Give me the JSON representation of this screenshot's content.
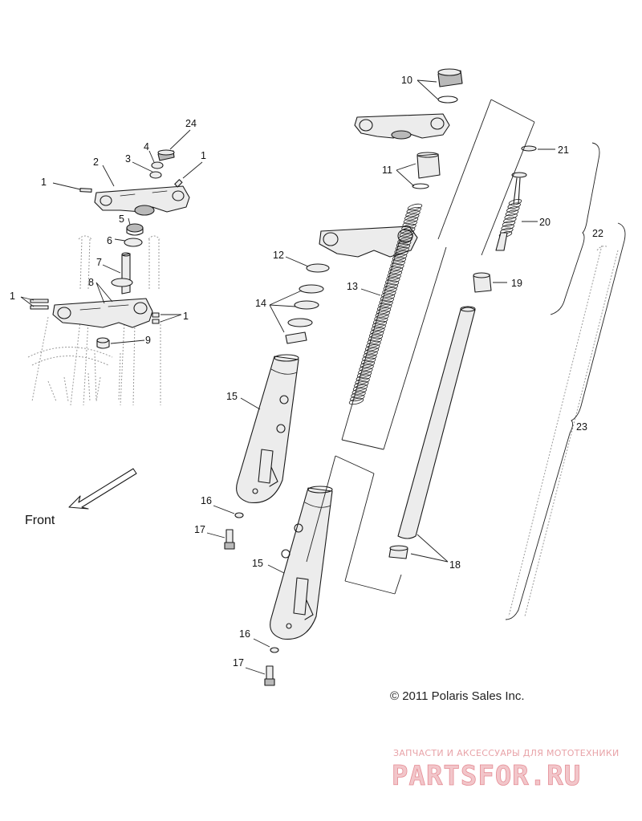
{
  "callouts": {
    "c1a": "1",
    "c1b": "1",
    "c1c": "1",
    "c1d": "1",
    "c2": "2",
    "c3": "3",
    "c4": "4",
    "c5": "5",
    "c6": "6",
    "c7": "7",
    "c8": "8",
    "c9": "9",
    "c10": "10",
    "c11": "11",
    "c12": "12",
    "c13": "13",
    "c14": "14",
    "c15a": "15",
    "c15b": "15",
    "c16a": "16",
    "c16b": "16",
    "c17a": "17",
    "c17b": "17",
    "c18": "18",
    "c19": "19",
    "c20": "20",
    "c21": "21",
    "c22": "22",
    "c23": "23",
    "c24": "24"
  },
  "direction_label": "Front",
  "copyright": "© 2011 Polaris Sales Inc.",
  "watermark": {
    "tagline": "ЗАПЧАСТИ И АКСЕССУАРЫ ДЛЯ МОТОТЕХНИКИ",
    "logo": "PARTSFOR.RU"
  }
}
